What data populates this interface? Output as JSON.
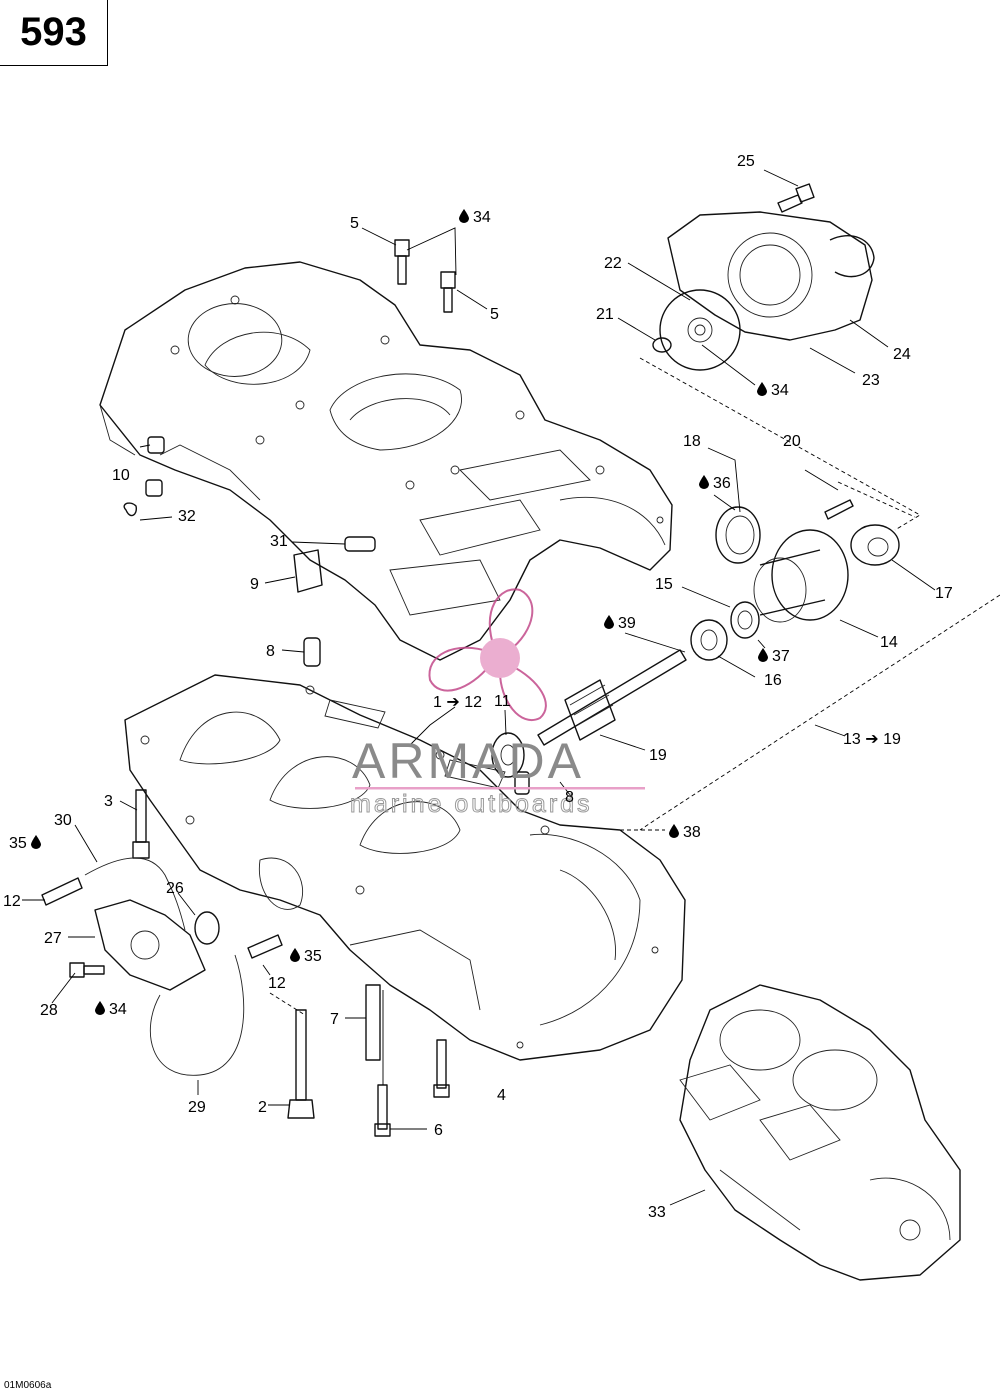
{
  "page_number": "593",
  "reference_code": "01M0606a",
  "watermark": {
    "title": "ARMADA",
    "subtitle": "marine outboards",
    "logo_pink": "#e8a0c8",
    "logo_dark": "#c24a8a"
  },
  "callouts": {
    "c1": "1 ➔ 12",
    "c2": "2",
    "c3": "3",
    "c4": "4",
    "c5a": "5",
    "c5b": "5",
    "c6": "6",
    "c7": "7",
    "c8a": "8",
    "c8b": "8",
    "c9": "9",
    "c10": "10",
    "c11": "11",
    "c12a": "12",
    "c12b": "12",
    "c13": "13 ➔ 19",
    "c14": "14",
    "c15": "15",
    "c16": "16",
    "c17": "17",
    "c18": "18",
    "c19": "19",
    "c20": "20",
    "c21": "21",
    "c22": "22",
    "c23": "23",
    "c24": "24",
    "c25": "25",
    "c26": "26",
    "c27": "27",
    "c28": "28",
    "c29": "29",
    "c30": "30",
    "c31": "31",
    "c32": "32",
    "c33": "33",
    "c34a": "34",
    "c34b": "34",
    "c34c": "34",
    "c35a": "35",
    "c35b": "35",
    "c36": "36",
    "c37": "37",
    "c38": "38",
    "c39": "39"
  }
}
